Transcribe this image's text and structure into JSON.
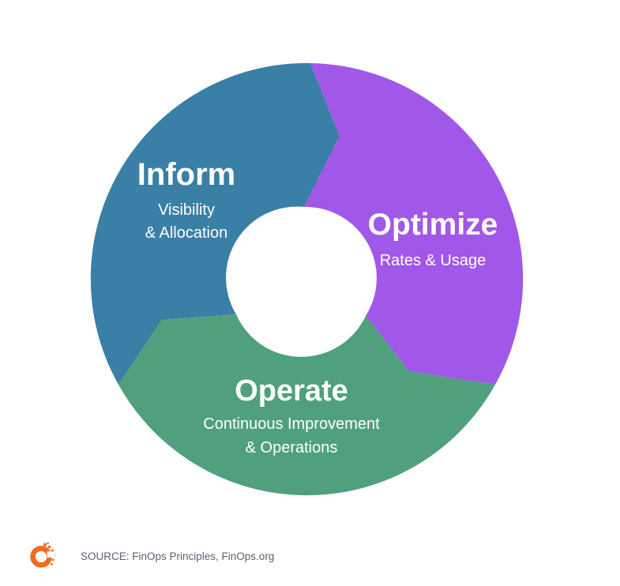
{
  "diagram": {
    "phases": [
      {
        "key": "inform",
        "title": "Inform",
        "subtitle_lines": [
          "Visibility",
          "& Allocation"
        ],
        "color": "#3A7FA6"
      },
      {
        "key": "optimize",
        "title": "Optimize",
        "subtitle_lines": [
          "Rates & Usage"
        ],
        "color": "#A158E8"
      },
      {
        "key": "operate",
        "title": "Operate",
        "subtitle_lines": [
          "Continuous Improvement",
          "& Operations"
        ],
        "color": "#50A07E"
      }
    ]
  },
  "footer": {
    "source_text": "SOURCE: FinOps Principles, FinOps.org",
    "logo_icon": "finops-logo-icon",
    "logo_color": "#F26B21"
  }
}
